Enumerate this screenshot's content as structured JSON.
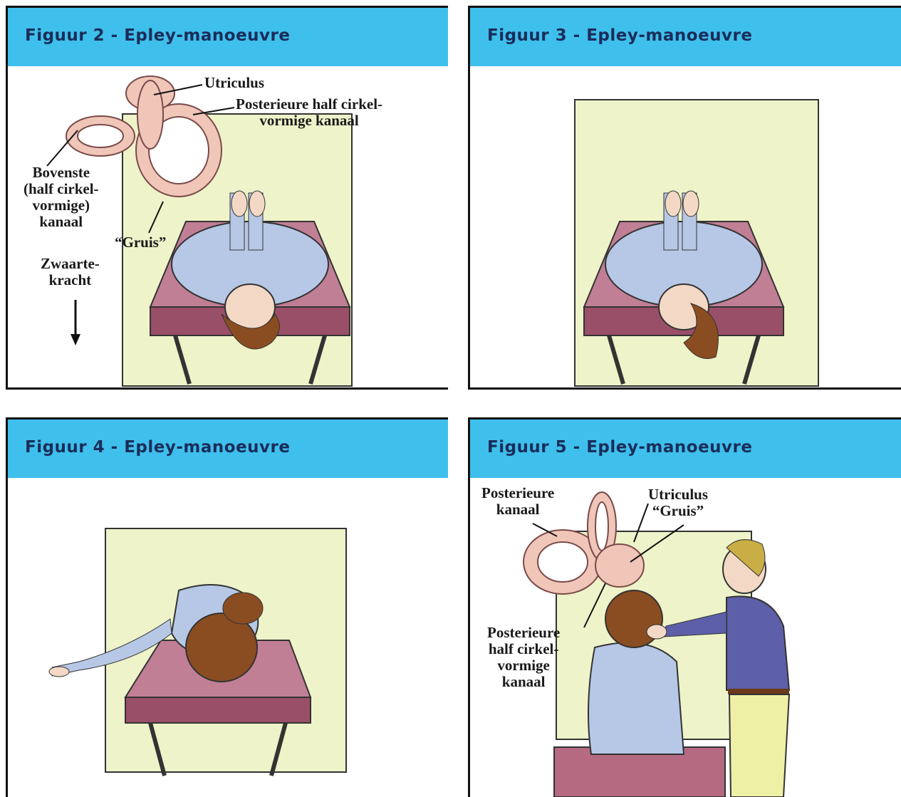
{
  "colors": {
    "header": "#3fbfec",
    "frame_fill": "#eef3c9",
    "table": "#b56a82",
    "shirt": "#b7c8e6",
    "hair": "#8a4d21",
    "ear": "#f0c6b8"
  },
  "panels": [
    {
      "title": "Figuur 2 - Epley-manoeuvre",
      "labels": {
        "utriculus": "Utriculus",
        "posterior_1": "Posterieure half cirkel-",
        "posterior_2": "vormige kanaal",
        "bovenste_1": "Bovenste",
        "bovenste_2": "(half cirkel-",
        "bovenste_3": "vormige)",
        "bovenste_4": "kanaal",
        "gruis": "“Gruis”",
        "zwaarte_1": "Zwaarte-",
        "zwaarte_2": "kracht"
      }
    },
    {
      "title": "Figuur 3 - Epley-manoeuvre"
    },
    {
      "title": "Figuur 4 - Epley-manoeuvre"
    },
    {
      "title": "Figuur 5 - Epley-manoeuvre",
      "labels": {
        "posterieure_1": "Posterieure",
        "posterieure_2": "kanaal",
        "utriculus": "Utriculus",
        "gruis": "“Gruis”",
        "posterior_1": "Posterieure",
        "posterior_2": "half cirkel-",
        "posterior_3": "vormige",
        "posterior_4": "kanaal"
      }
    }
  ]
}
